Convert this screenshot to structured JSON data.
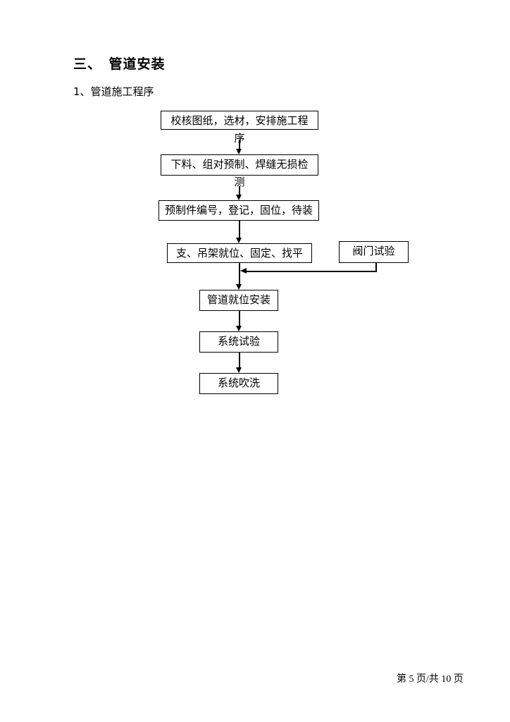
{
  "page": {
    "heading": "三、　管道安装",
    "subheading": "1、管道施工程序",
    "footer": "第 5 页/共 10 页"
  },
  "flowchart": {
    "nodes": [
      {
        "id": "check-drawings",
        "label": "校核图纸，选材，安排施工程\n序"
      },
      {
        "id": "cutting-prefab",
        "label": "下料、组对预制、焊缝无损检\n测"
      },
      {
        "id": "prefab-numbering",
        "label": "预制件编号，登记，固位，待装"
      },
      {
        "id": "supports-hangers",
        "label": "支、吊架就位、固定、找平"
      },
      {
        "id": "valve-test",
        "label": "阀门试验"
      },
      {
        "id": "pipe-install",
        "label": "管道就位安装"
      },
      {
        "id": "system-test",
        "label": "系统试验"
      },
      {
        "id": "system-flush",
        "label": "系统吹洗"
      }
    ],
    "line_color": "#000000"
  }
}
